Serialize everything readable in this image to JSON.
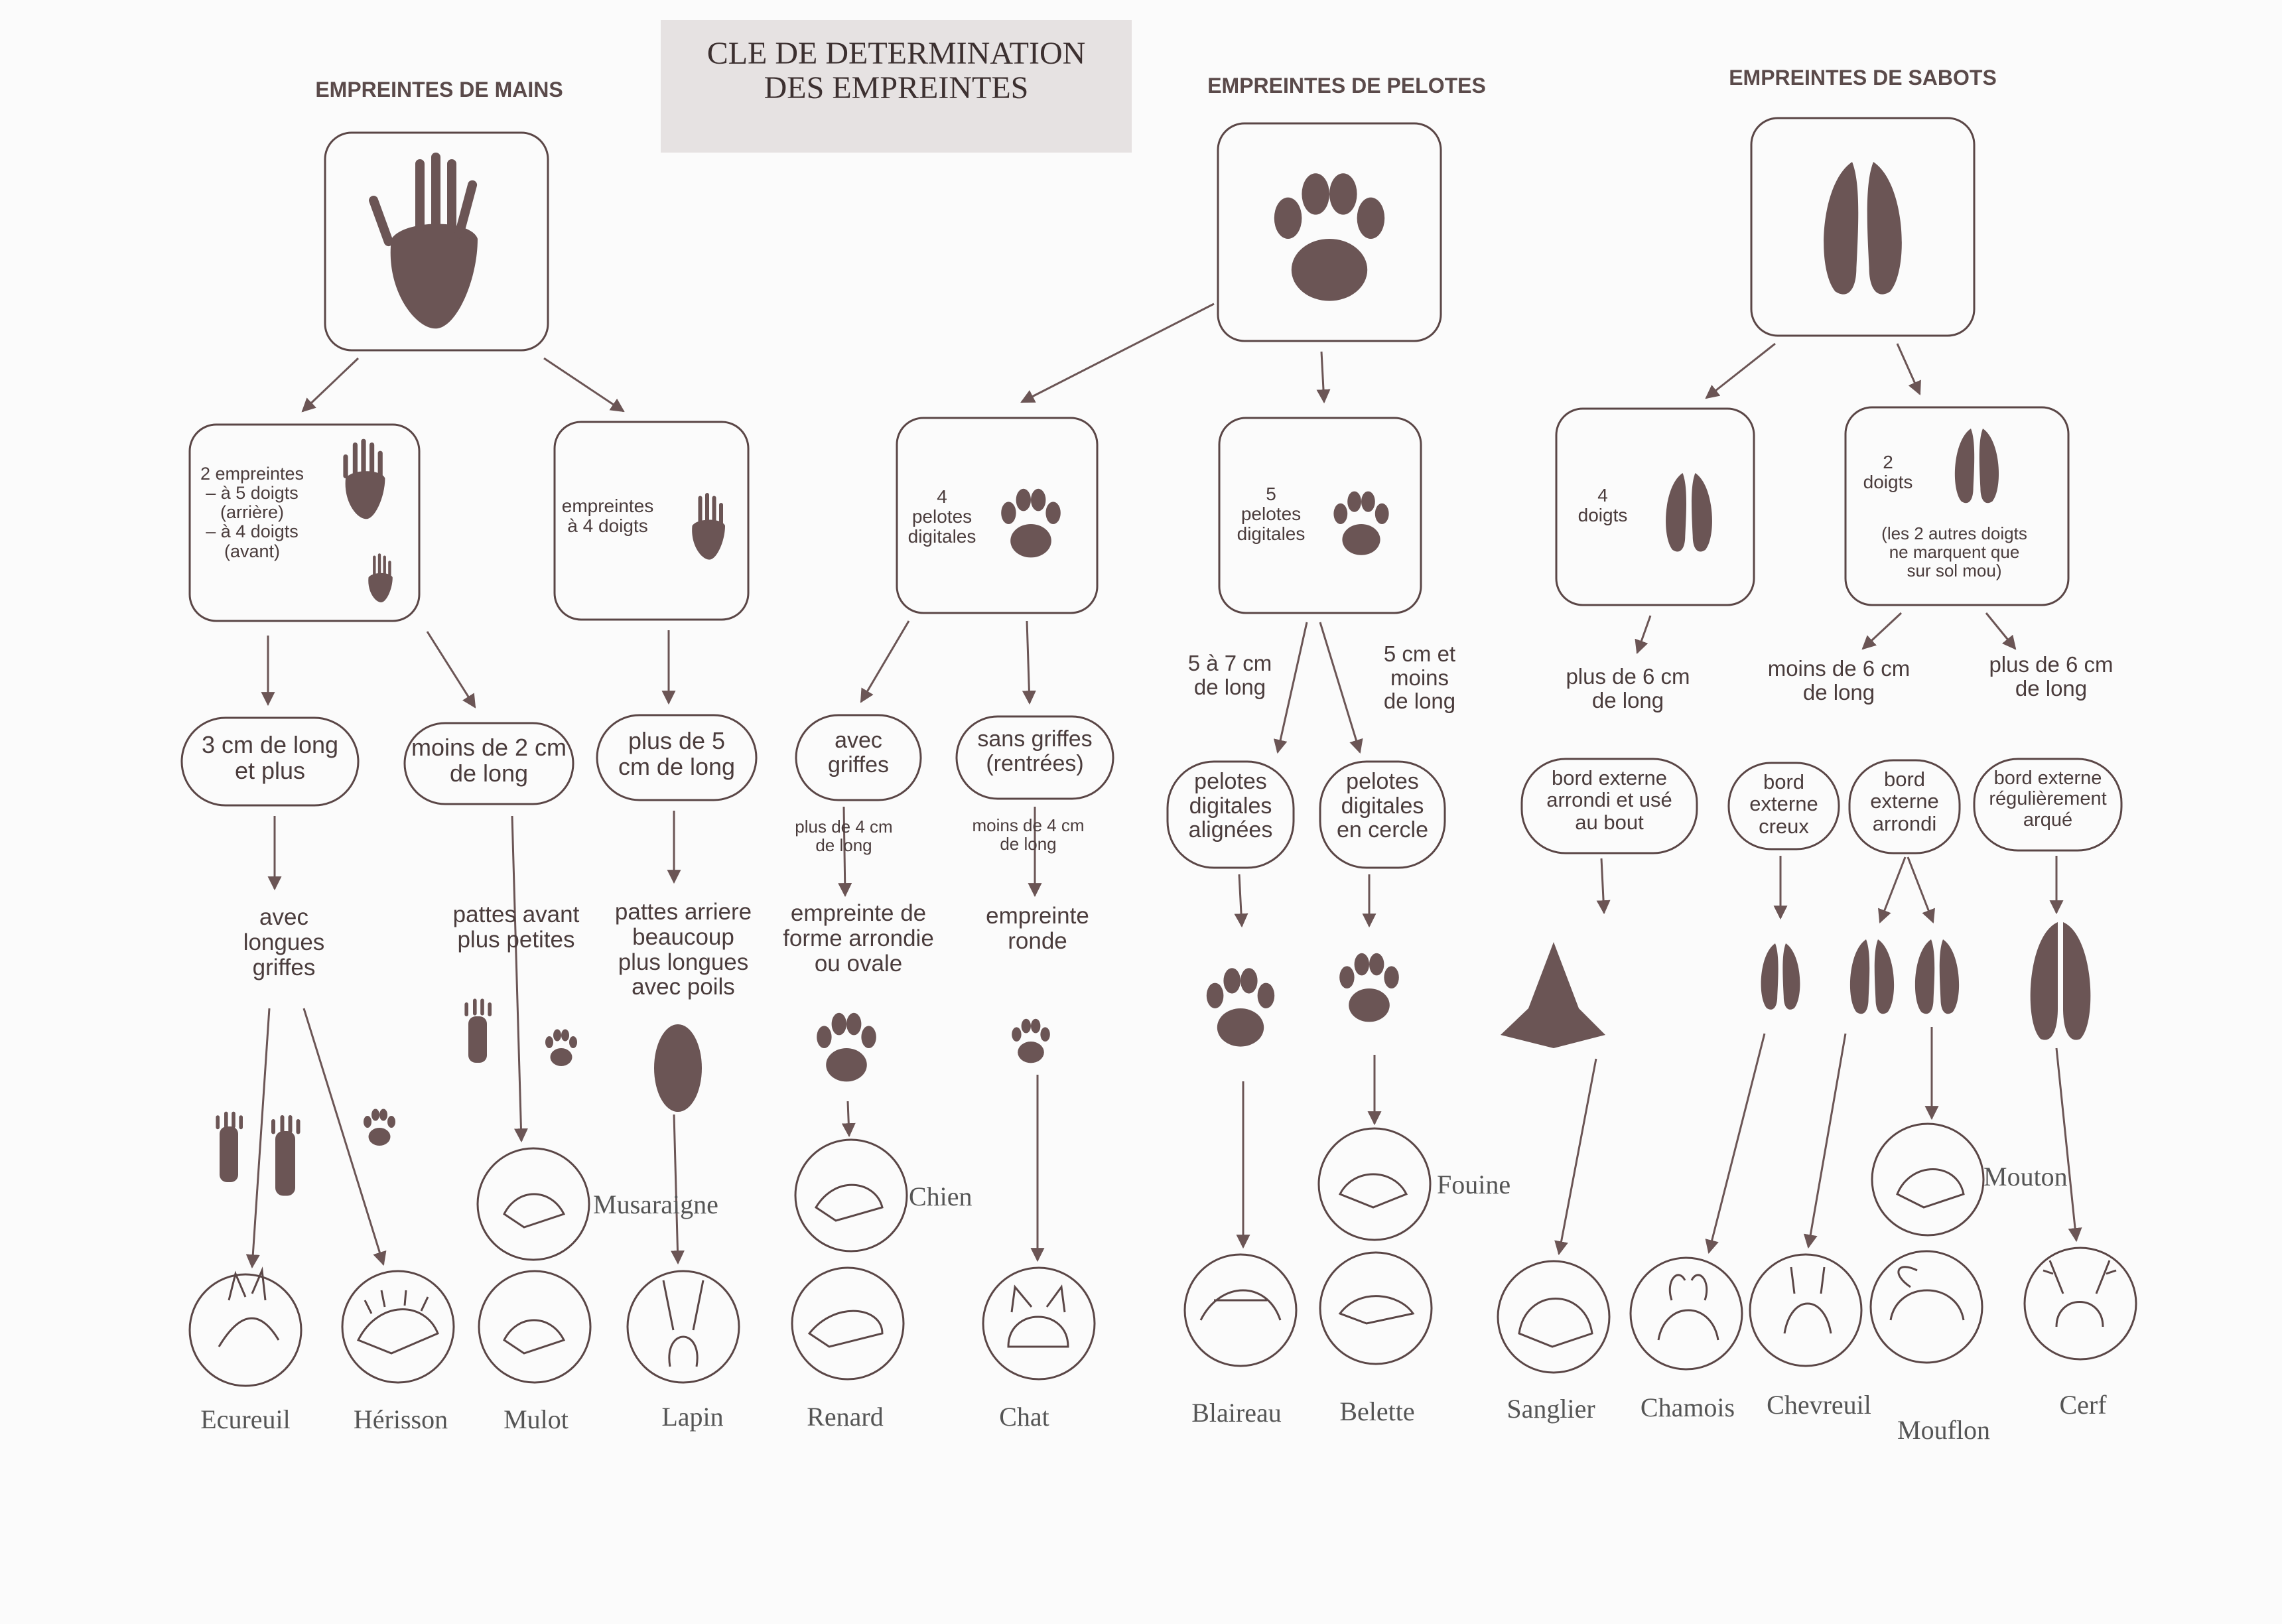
{
  "title": {
    "line1": "CLE DE DETERMINATION",
    "line2": "DES EMPREINTES"
  },
  "headers": {
    "mains": "EMPREINTES DE MAINS",
    "pelotes": "EMPREINTES DE PELOTES",
    "sabots": "EMPREINTES DE SABOTS"
  },
  "boxes": {
    "mains_a": [
      "2 empreintes",
      "– à 5 doigts",
      "(arrière)",
      "– à 4 doigts",
      "(avant)"
    ],
    "mains_b": [
      "empreintes",
      "à 4 doigts"
    ],
    "pel_a": [
      "4",
      "pelotes",
      "digitales"
    ],
    "pel_b": [
      "5",
      "pelotes",
      "digitales"
    ],
    "sab_a": [
      "4",
      "doigts"
    ],
    "sab_b": [
      "2",
      "doigts"
    ],
    "sab_b_note": [
      "(les 2 autres doigts",
      "ne marquent que",
      "sur sol mou)"
    ]
  },
  "size_labels": {
    "pel_b_left": [
      "5 à 7 cm",
      "de long"
    ],
    "pel_b_right": [
      "5 cm et",
      "moins",
      "de long"
    ],
    "sab_a": [
      "plus de 6 cm",
      "de long"
    ],
    "sab_b_left": [
      "moins de 6 cm",
      "de long"
    ],
    "sab_b_right": [
      "plus de 6 cm",
      "de long"
    ]
  },
  "rounded": {
    "r1": [
      "3 cm de long",
      "et plus"
    ],
    "r2": [
      "moins de 2 cm",
      "de long"
    ],
    "r3": [
      "plus de 5",
      "cm de long"
    ],
    "r4": [
      "avec",
      "griffes"
    ],
    "r5": [
      "sans griffes",
      "(rentrées)"
    ],
    "r6": [
      "pelotes",
      "digitales",
      "alignées"
    ],
    "r7": [
      "pelotes",
      "digitales",
      "en cercle"
    ],
    "r8": [
      "bord externe",
      "arrondi et usé",
      "au bout"
    ],
    "r9": [
      "bord",
      "externe",
      "creux"
    ],
    "r10": [
      "bord",
      "externe",
      "arrondi"
    ],
    "r11": [
      "bord externe",
      "régulièrement",
      "arqué"
    ]
  },
  "notes": {
    "n1": [
      "avec",
      "longues",
      "griffes"
    ],
    "n2": [
      "pattes avant",
      "plus petites"
    ],
    "n3": [
      "pattes arriere",
      "beaucoup",
      "plus longues",
      "avec poils"
    ],
    "n4_small": [
      "plus de 4 cm",
      "de long"
    ],
    "n4": [
      "empreinte de",
      "forme arrondie",
      "ou ovale"
    ],
    "n5_small": [
      "moins de 4 cm",
      "de long"
    ],
    "n5": [
      "empreinte",
      "ronde"
    ]
  },
  "animals": [
    "Ecureuil",
    "Hérisson",
    "Mulot",
    "Lapin",
    "Renard",
    "Chat",
    "Blaireau",
    "Belette",
    "Sanglier",
    "Chamois",
    "Chevreuil",
    "Mouflon",
    "Cerf"
  ],
  "side_labels": [
    "Musaraigne",
    "Chien",
    "Fouine",
    "Mouton"
  ],
  "colors": {
    "ink": "#5a4646",
    "print": "#6b5555",
    "paper": "#fbfbfb"
  }
}
